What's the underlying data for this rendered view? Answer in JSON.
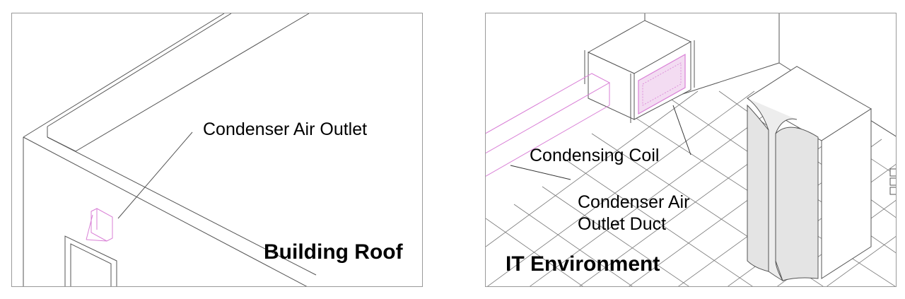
{
  "left_panel": {
    "title": "Building Roof",
    "callout": "Condenser Air Outlet"
  },
  "right_panel": {
    "title": "IT Environment",
    "callout_coil": "Condensing Coil",
    "callout_duct_line1": "Condenser Air",
    "callout_duct_line2": "Outlet Duct"
  },
  "colors": {
    "line": "#555555",
    "highlight": "#d97fd6",
    "frame": "#9a9a9a"
  }
}
